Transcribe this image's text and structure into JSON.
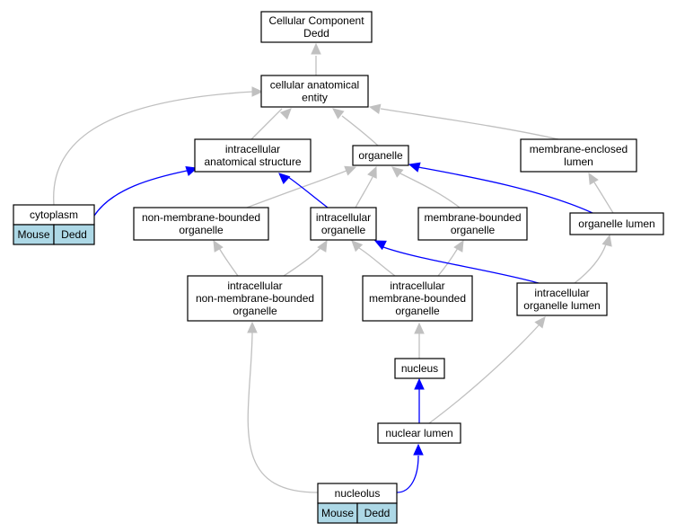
{
  "diagram": {
    "nodes": {
      "cellular_component": {
        "lines": [
          "Cellular Component",
          "Dedd"
        ]
      },
      "cellular_anatomical_entity": {
        "lines": [
          "cellular anatomical",
          "entity"
        ]
      },
      "intracellular_anatomical_structure": {
        "lines": [
          "intracellular",
          "anatomical structure"
        ]
      },
      "organelle": {
        "lines": [
          "organelle"
        ]
      },
      "membrane_enclosed_lumen": {
        "lines": [
          "membrane-enclosed",
          "lumen"
        ]
      },
      "cytoplasm": {
        "lines": [
          "cytoplasm"
        ],
        "tags": [
          "Mouse",
          "Dedd"
        ]
      },
      "non_membrane_bounded_organelle": {
        "lines": [
          "non-membrane-bounded",
          "organelle"
        ]
      },
      "intracellular_organelle": {
        "lines": [
          "intracellular",
          "organelle"
        ]
      },
      "membrane_bounded_organelle": {
        "lines": [
          "membrane-bounded",
          "organelle"
        ]
      },
      "organelle_lumen": {
        "lines": [
          "organelle lumen"
        ]
      },
      "intracellular_non_membrane_bounded_organelle": {
        "lines": [
          "intracellular",
          "non-membrane-bounded",
          "organelle"
        ]
      },
      "intracellular_membrane_bounded_organelle": {
        "lines": [
          "intracellular",
          "membrane-bounded",
          "organelle"
        ]
      },
      "intracellular_organelle_lumen": {
        "lines": [
          "intracellular",
          "organelle lumen"
        ]
      },
      "nucleus": {
        "lines": [
          "nucleus"
        ]
      },
      "nuclear_lumen": {
        "lines": [
          "nuclear lumen"
        ]
      },
      "nucleolus": {
        "lines": [
          "nucleolus"
        ],
        "tags": [
          "Mouse",
          "Dedd"
        ]
      }
    },
    "edges": [
      {
        "from": "cellular_anatomical_entity",
        "to": "cellular_component",
        "kind": "is_a"
      },
      {
        "from": "intracellular_anatomical_structure",
        "to": "cellular_anatomical_entity",
        "kind": "is_a"
      },
      {
        "from": "organelle",
        "to": "cellular_anatomical_entity",
        "kind": "is_a"
      },
      {
        "from": "membrane_enclosed_lumen",
        "to": "cellular_anatomical_entity",
        "kind": "is_a"
      },
      {
        "from": "cytoplasm",
        "to": "cellular_anatomical_entity",
        "kind": "is_a"
      },
      {
        "from": "cytoplasm",
        "to": "intracellular_anatomical_structure",
        "kind": "part_of"
      },
      {
        "from": "non_membrane_bounded_organelle",
        "to": "organelle",
        "kind": "is_a"
      },
      {
        "from": "intracellular_organelle",
        "to": "organelle",
        "kind": "is_a"
      },
      {
        "from": "intracellular_organelle",
        "to": "intracellular_anatomical_structure",
        "kind": "part_of"
      },
      {
        "from": "membrane_bounded_organelle",
        "to": "organelle",
        "kind": "is_a"
      },
      {
        "from": "organelle_lumen",
        "to": "membrane_enclosed_lumen",
        "kind": "is_a"
      },
      {
        "from": "organelle_lumen",
        "to": "organelle",
        "kind": "part_of"
      },
      {
        "from": "intracellular_non_membrane_bounded_organelle",
        "to": "non_membrane_bounded_organelle",
        "kind": "is_a"
      },
      {
        "from": "intracellular_non_membrane_bounded_organelle",
        "to": "intracellular_organelle",
        "kind": "is_a"
      },
      {
        "from": "intracellular_membrane_bounded_organelle",
        "to": "intracellular_organelle",
        "kind": "is_a"
      },
      {
        "from": "intracellular_membrane_bounded_organelle",
        "to": "membrane_bounded_organelle",
        "kind": "is_a"
      },
      {
        "from": "intracellular_organelle_lumen",
        "to": "organelle_lumen",
        "kind": "is_a"
      },
      {
        "from": "intracellular_organelle_lumen",
        "to": "intracellular_organelle",
        "kind": "part_of"
      },
      {
        "from": "nucleus",
        "to": "intracellular_membrane_bounded_organelle",
        "kind": "is_a"
      },
      {
        "from": "nuclear_lumen",
        "to": "nucleus",
        "kind": "part_of"
      },
      {
        "from": "nuclear_lumen",
        "to": "intracellular_organelle_lumen",
        "kind": "is_a"
      },
      {
        "from": "nucleolus",
        "to": "nuclear_lumen",
        "kind": "part_of"
      },
      {
        "from": "nucleolus",
        "to": "intracellular_non_membrane_bounded_organelle",
        "kind": "is_a"
      }
    ],
    "colors": {
      "is_a_edge": "#c0c0c0",
      "part_of_edge": "#0000ff",
      "tag_fill": "#add8e6",
      "node_fill": "#ffffff",
      "node_stroke": "#000000"
    }
  }
}
